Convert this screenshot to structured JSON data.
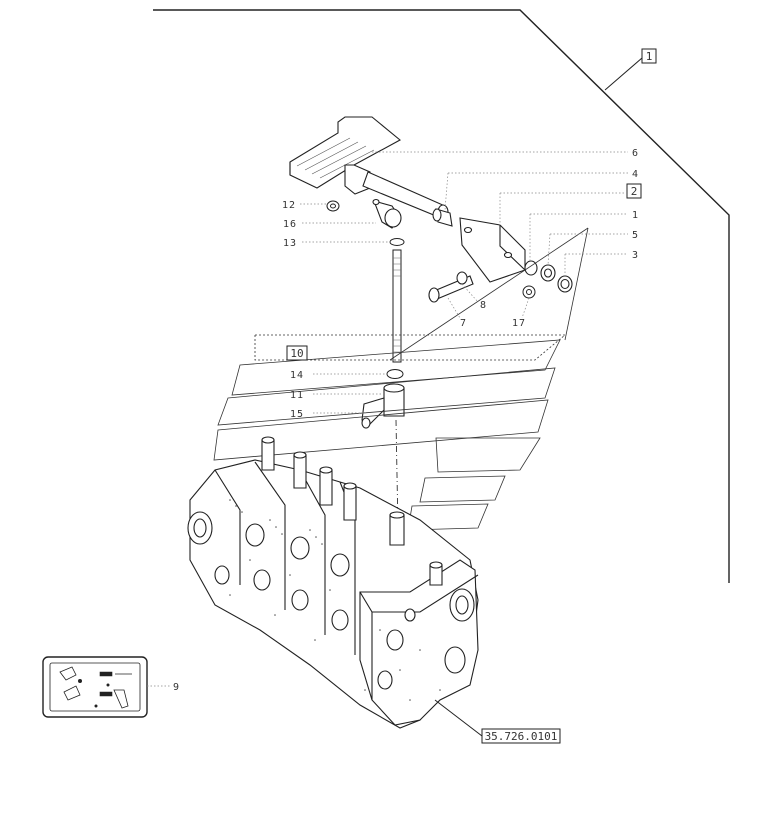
{
  "diagram": {
    "ref_boxes": {
      "box_1": "1",
      "box_2": "2",
      "box_10": "10",
      "box_ref": "35.726.0101"
    },
    "callouts": {
      "c6": "6",
      "c4": "4",
      "c12": "12",
      "c16": "16",
      "c13": "13",
      "c1": "1",
      "c5": "5",
      "c3": "3",
      "c8": "8",
      "c7": "7",
      "c17": "17",
      "c14": "14",
      "c11": "11",
      "c15": "15",
      "c9": "9"
    }
  }
}
